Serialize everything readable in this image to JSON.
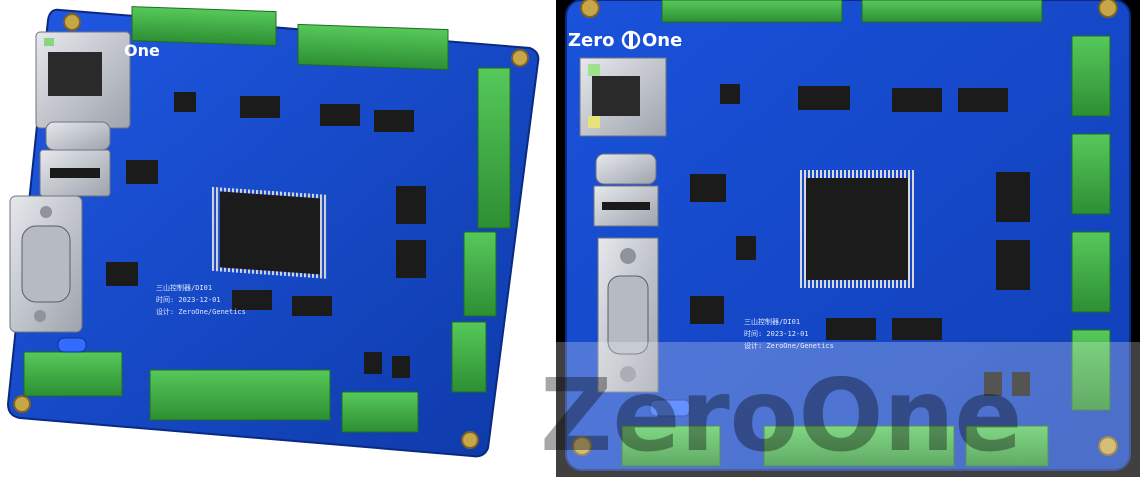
{
  "brand": {
    "name_left": "Zero",
    "name_right": "One",
    "left_partial": "One"
  },
  "silkscreen": {
    "line1": "三山控制器/DI01",
    "line2": "时间: 2023-12-01",
    "line3": "设计: ZeroOne/Genetics"
  },
  "watermark": {
    "text": "ZeroOne"
  },
  "colors": {
    "board": "#1345c8",
    "board_edge": "#0b2f8f",
    "terminal": "#3fae43",
    "chip": "#1b1b1b",
    "metal": "#c9ccd2",
    "background": "#ffffff",
    "black_area": "#000000"
  }
}
